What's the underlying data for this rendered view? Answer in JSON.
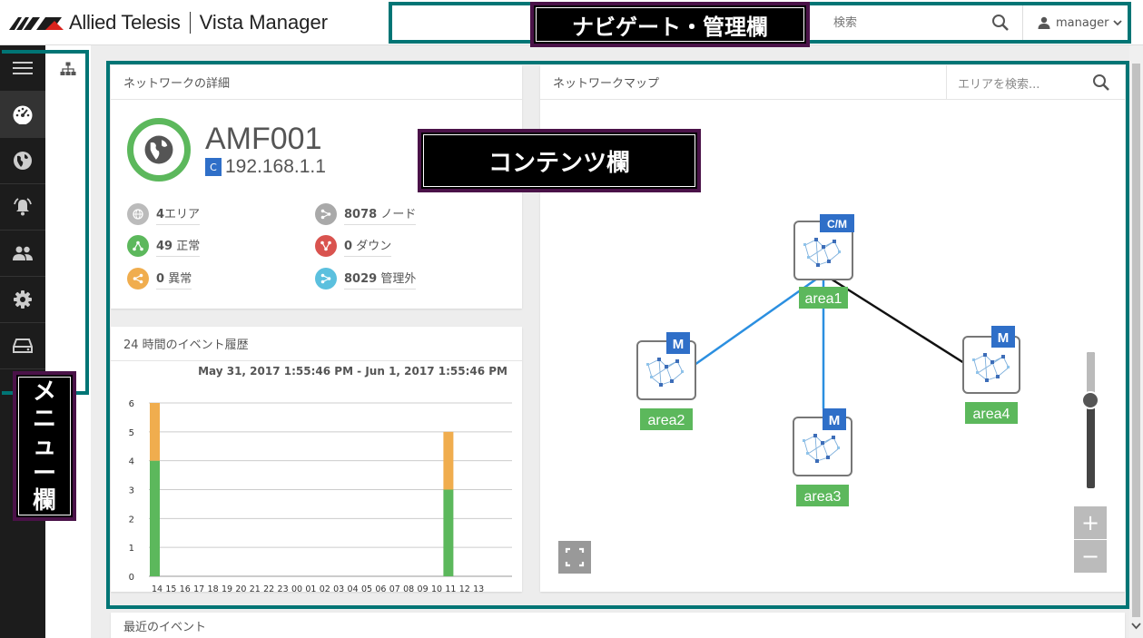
{
  "header": {
    "brand": "Allied Telesis",
    "product": "Vista Manager",
    "search_placeholder": "検索",
    "user": "manager"
  },
  "annotations": {
    "nav": "ナビゲート・管理欄",
    "content": "コンテンツ欄",
    "menu": [
      "メ",
      "ニ",
      "ュ",
      "ー",
      "欄"
    ]
  },
  "sidebar": {
    "items": [
      {
        "icon": "menu-icon"
      },
      {
        "icon": "dashboard-icon"
      },
      {
        "icon": "globe-icon"
      },
      {
        "icon": "alarm-icon"
      },
      {
        "icon": "users-icon"
      },
      {
        "icon": "gear-icon"
      },
      {
        "icon": "storage-icon"
      }
    ],
    "subnav_icon": "sitemap-icon"
  },
  "network_details": {
    "title": "ネットワークの詳細",
    "name": "AMF001",
    "ip_badge": "C",
    "ip": "192.168.1.1",
    "stats": [
      {
        "value": "4",
        "label": "エリア",
        "color": "#bbbbbb"
      },
      {
        "value": "8078",
        "label": "ノード",
        "color": "#a9a9a9"
      },
      {
        "value": "49",
        "label": "正常",
        "color": "#5cb85c"
      },
      {
        "value": "0",
        "label": "ダウン",
        "color": "#d9534f"
      },
      {
        "value": "0",
        "label": "異常",
        "color": "#f0ad4e"
      },
      {
        "value": "8029",
        "label": "管理外",
        "color": "#5bc0de"
      }
    ]
  },
  "events": {
    "title": "24 時間のイベント履歴",
    "range": "May 31, 2017 1:55:46 PM - Jun 1, 2017 1:55:46 PM"
  },
  "chart_data": {
    "type": "bar",
    "categories": [
      "14",
      "15",
      "16",
      "17",
      "18",
      "19",
      "20",
      "21",
      "22",
      "23",
      "00",
      "01",
      "02",
      "03",
      "04",
      "05",
      "06",
      "07",
      "08",
      "09",
      "10",
      "11",
      "12",
      "13"
    ],
    "series": [
      {
        "values": [
          4,
          0,
          0,
          0,
          0,
          0,
          0,
          0,
          0,
          0,
          0,
          0,
          0,
          0,
          0,
          0,
          0,
          0,
          0,
          0,
          0,
          3,
          0,
          0
        ],
        "color": "#5cb85c"
      },
      {
        "values": [
          2,
          0,
          0,
          0,
          0,
          0,
          0,
          0,
          0,
          0,
          0,
          0,
          0,
          0,
          0,
          0,
          0,
          0,
          0,
          0,
          0,
          2,
          0,
          0
        ],
        "color": "#f0ad4e"
      }
    ],
    "ylim": [
      0,
      6
    ],
    "yticks": [
      "0",
      "1",
      "2",
      "3",
      "4",
      "5",
      "6"
    ],
    "stacked": true,
    "grid": true
  },
  "map": {
    "title": "ネットワークマップ",
    "search_placeholder": "エリアを検索...",
    "areas": [
      {
        "name": "area1",
        "badge": "C/M"
      },
      {
        "name": "area2",
        "badge": "M"
      },
      {
        "name": "area3",
        "badge": "M"
      },
      {
        "name": "area4",
        "badge": "M"
      }
    ],
    "links": [
      {
        "from": "area1",
        "to": "area2",
        "color": "#2b8fe0"
      },
      {
        "from": "area1",
        "to": "area3",
        "color": "#2b8fe0"
      },
      {
        "from": "area1",
        "to": "area4",
        "color": "#111111"
      }
    ],
    "zoom_in": "+",
    "zoom_out": "−"
  },
  "recent": {
    "title": "最近のイベント"
  }
}
